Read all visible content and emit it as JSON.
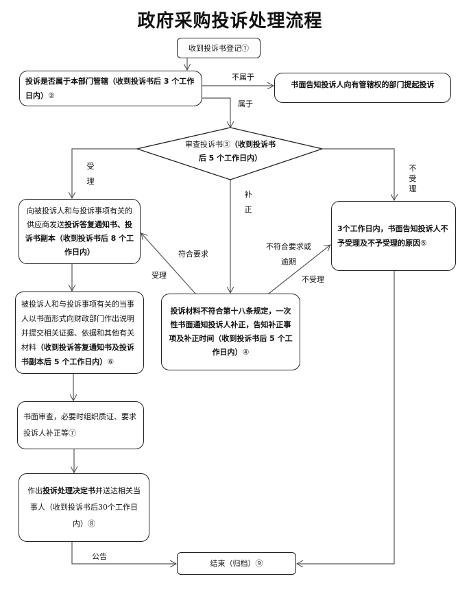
{
  "title": "政府采购投诉处理流程",
  "nodes": {
    "n1": {
      "text": "收到投诉书登记①"
    },
    "n2": {
      "bold": "投诉是否属于本部门管辖（收到投诉书后 3 个工作日内）",
      "normal": "②"
    },
    "n_out": {
      "bold": "书面告知投诉人向有管辖权的部门提起投诉"
    },
    "n3": {
      "normal": "审查投诉书③",
      "bold": "（收到投诉书后 5 个工作日内）"
    },
    "n_accept": {
      "normal": "向被投诉人和与投诉事项有关的供应商发送",
      "bold": "投诉答复通知书、投诉书副本（收到投诉书后 8 个工作日内）"
    },
    "n4": {
      "bold": "投诉材料不符合第十八条规定，一次性书面通知投诉人补正，告知补正事项及补正时间（收到投诉书后 5 个工作日内）",
      "normal": "④"
    },
    "n5": {
      "bold": "3个工作日内，书面告知投诉人不予受理及不予受理的原因",
      "normal": "⑤"
    },
    "n6": {
      "normal": "被投诉人和与投诉事项有关的当事人以书面形式向财政部门作出说明并提交相关证据、依据和其他有关材料",
      "bold": "（收到投诉答复通知书及投诉书副本后 5 个工作日内）",
      "normal2": "⑥"
    },
    "n7": {
      "text": "书面审查，必要时组织质证、要求投诉人补正等⑦"
    },
    "n8": {
      "normal": "作出",
      "bold": "投诉处理决定书",
      "normal2": "并送达相关当事人（收到投诉书后30个工作日内）⑧"
    },
    "n9": {
      "text": "结束（归档）⑨"
    }
  },
  "edges": {
    "not_belong": "不属于",
    "belong": "属于",
    "accept": "受理",
    "reject": "不受理",
    "correct": "补正",
    "meets": "符合要求",
    "accept2": "受理",
    "fails": "不符合要求或",
    "overdue": "逾期",
    "reject2": "不受理",
    "announce": "公告"
  }
}
